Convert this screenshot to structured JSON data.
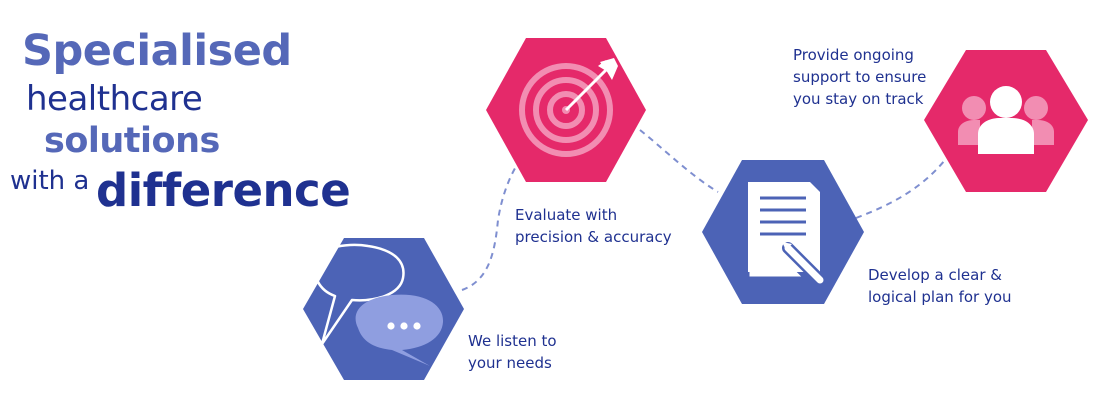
{
  "headline": {
    "line1": "Specialised",
    "line2": "healthcare",
    "line3": "solutions",
    "line4a": "with a",
    "line4b": "difference"
  },
  "steps": [
    {
      "icon": "chat-bubbles-icon",
      "line1": "We listen to",
      "line2": "your needs",
      "color": "#4c63b6"
    },
    {
      "icon": "target-arrow-icon",
      "line1": "Evaluate with",
      "line2": "precision & accuracy",
      "color": "#e5296a"
    },
    {
      "icon": "document-pencil-icon",
      "line1": "Develop a clear &",
      "line2": "logical plan for you",
      "color": "#4c63b6"
    },
    {
      "icon": "people-icon",
      "line1": "Provide ongoing",
      "line2": "support to ensure",
      "line3": "you stay on track",
      "color": "#e5296a"
    }
  ],
  "colors": {
    "navy": "#1f3190",
    "blue": "#4c63b6",
    "pink": "#e5296a",
    "dash": "#7f8fd0"
  }
}
